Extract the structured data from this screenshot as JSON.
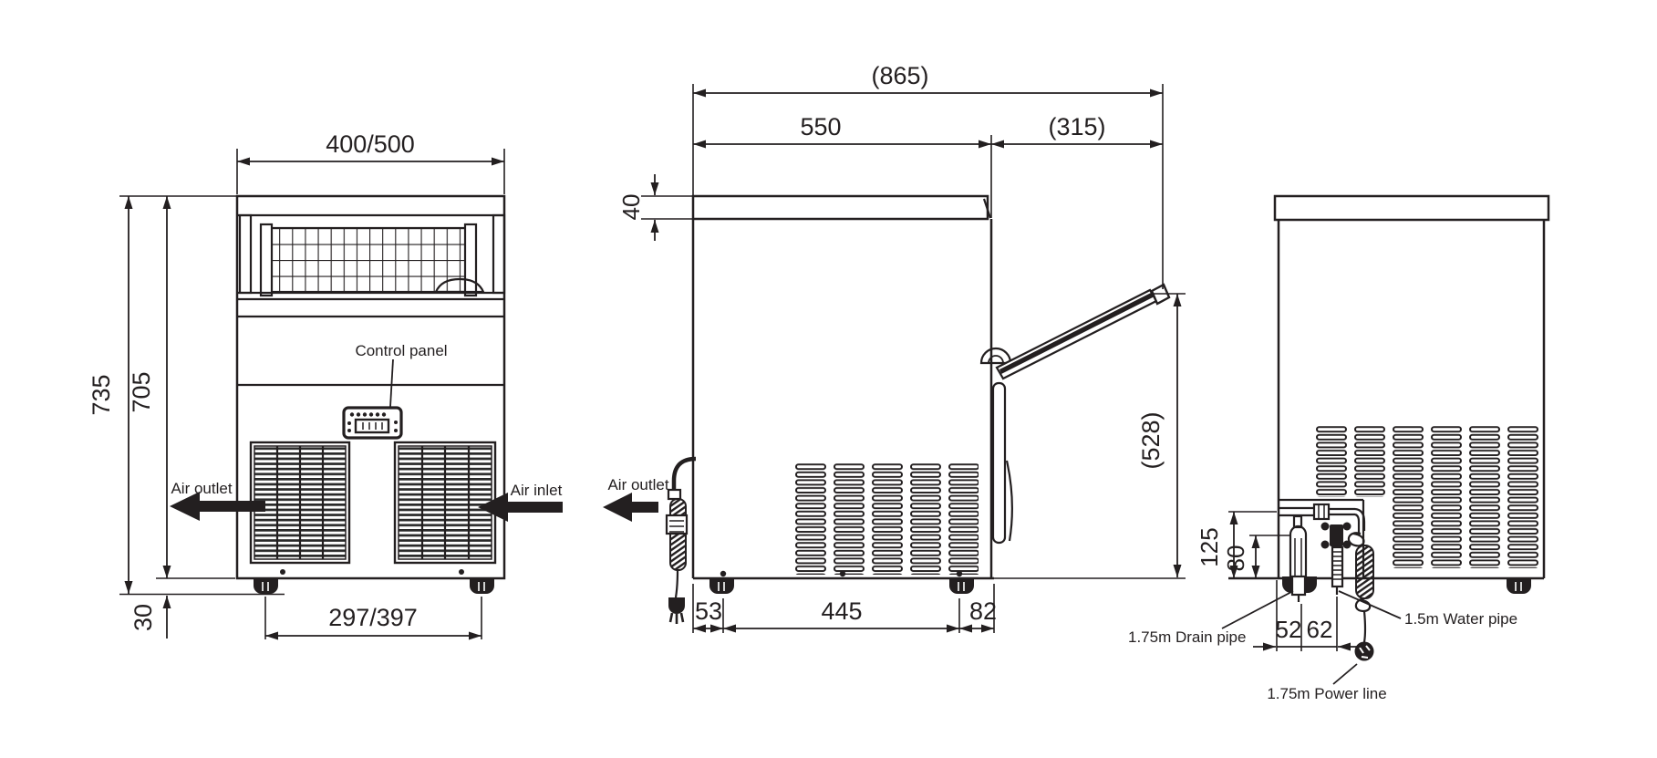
{
  "views": {
    "front": {
      "dims": {
        "width": "400/500",
        "height_total": "735",
        "height_body": "705",
        "feet_span": "297/397",
        "feet_height": "30"
      },
      "labels": {
        "control_panel": "Control panel",
        "air_outlet": "Air outlet",
        "air_inlet": "Air inlet"
      }
    },
    "side": {
      "dims": {
        "depth_total": "(865)",
        "depth_body": "550",
        "door_swing": "(315)",
        "lid_thickness": "40",
        "door_tip_height": "(528)",
        "front_offset": "53",
        "feet_span": "445",
        "rear_offset": "82"
      },
      "labels": {
        "air_outlet": "Air outlet"
      }
    },
    "back": {
      "dims": {
        "water_height": "125",
        "drain_height": "80",
        "drain_offset": "52",
        "water_offset": "62"
      },
      "labels": {
        "drain_pipe": "1.75m Drain pipe",
        "water_pipe": "1.5m Water pipe",
        "power_line": "1.75m Power line"
      }
    }
  },
  "drawing": {
    "line_color": "#231f20",
    "background": "#ffffff"
  }
}
